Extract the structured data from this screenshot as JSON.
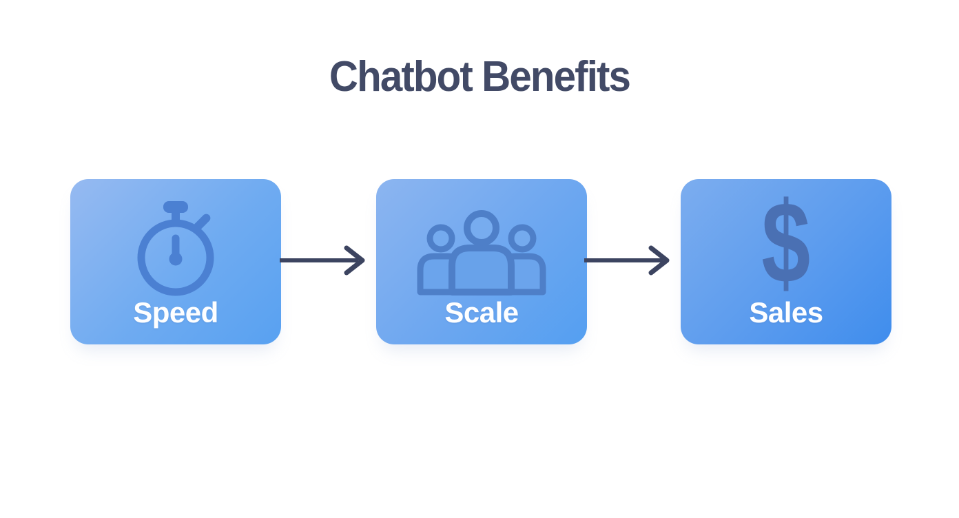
{
  "page": {
    "title": "Chatbot Benefits",
    "background": "#ffffff"
  },
  "diagram": {
    "nodes": [
      {
        "id": "speed",
        "label": "Speed",
        "icon": "stopwatch-icon"
      },
      {
        "id": "scale",
        "label": "Scale",
        "icon": "people-icon"
      },
      {
        "id": "sales",
        "label": "Sales",
        "icon": "dollar-sign-icon",
        "icon_glyph": "$"
      }
    ],
    "connectors": [
      {
        "from": "speed",
        "to": "scale",
        "type": "arrow-right"
      },
      {
        "from": "scale",
        "to": "sales",
        "type": "arrow-right"
      }
    ]
  },
  "colors": {
    "title_text": "#424a66",
    "arrow": "#3c4460",
    "card_label_text": "#ffffff",
    "card1_gradient_start": "#96baf1",
    "card1_gradient_end": "#58a1f1",
    "card2_gradient_start": "#8cb5f0",
    "card2_gradient_end": "#549ff1",
    "card3_gradient_start": "#7cadef",
    "card3_gradient_end": "#3f8ded",
    "icon_blue": "#4b80d2",
    "people_icon_blue": "#4e7fc8",
    "dollar_blue": "#4a70b3"
  }
}
